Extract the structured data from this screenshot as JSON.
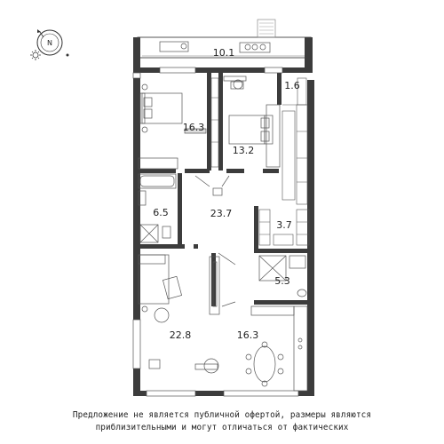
{
  "compass": {
    "north_letter": "N"
  },
  "rooms": [
    {
      "id": "balcony",
      "area": "10.1"
    },
    {
      "id": "wardrobe-small",
      "area": "1.6"
    },
    {
      "id": "bedroom-1",
      "area": "16.3"
    },
    {
      "id": "bedroom-2",
      "area": "13.2"
    },
    {
      "id": "bathroom-1",
      "area": "6.5"
    },
    {
      "id": "hall",
      "area": "23.7"
    },
    {
      "id": "storage",
      "area": "3.7"
    },
    {
      "id": "bathroom-2",
      "area": "5.3"
    },
    {
      "id": "living-room",
      "area": "22.8"
    },
    {
      "id": "kitchen",
      "area": "16.3"
    }
  ],
  "disclaimer": {
    "line1": "Предложение не является публичной офертой, размеры являются",
    "line2": "приблизительными и могут отличаться от фактических"
  }
}
